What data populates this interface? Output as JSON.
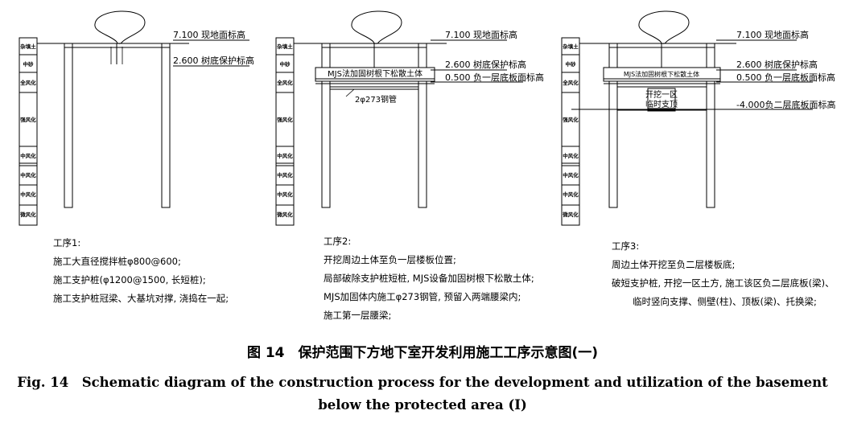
{
  "panels": [
    {
      "strata": [
        "杂填土",
        "中砂",
        "全风化",
        "强风化",
        "中风化",
        "中风化",
        "中风化",
        "微风化"
      ],
      "elevations": [
        "7.100 现地面标高",
        "2.600 树底保护标高"
      ],
      "inner_labels": [],
      "steps": [
        "工序1:",
        "施工大直径搅拌桩φ800@600;",
        "施工支护桩(φ1200@1500, 长短桩);",
        "施工支护桩冠梁、大基坑对撑, 浇捣在一起;"
      ]
    },
    {
      "strata": [
        "杂填土",
        "中砂",
        "全风化",
        "强风化",
        "中风化",
        "中风化",
        "中风化",
        "微风化"
      ],
      "elevations": [
        "7.100 现地面标高",
        "2.600 树底保护标高",
        "0.500 负一层底板面标高"
      ],
      "inner_labels": [
        "MJS法加固树根下松散土体",
        "2φ273钢管"
      ],
      "steps": [
        "工序2:",
        "开挖周边土体至负一层楼板位置;",
        "局部破除支护桩短桩, MJS设备加固树根下松散土体;",
        "MJS加固体内施工φ273钢管, 预留入两端腰梁内;",
        "施工第一层腰梁;"
      ]
    },
    {
      "strata": [
        "杂填土",
        "中砂",
        "全风化",
        "强风化",
        "中风化",
        "中风化",
        "中风化",
        "微风化"
      ],
      "elevations": [
        "7.100 现地面标高",
        "2.600 树底保护标高",
        "0.500 负一层底板面标高",
        "-4.000负二层底板面标高"
      ],
      "inner_labels": [
        "MJS法加固树根下松散土体",
        "开挖一区",
        "临时支顶"
      ],
      "steps": [
        "工序3:",
        "周边土体开挖至负二层楼板底;",
        "破短支护桩, 开挖一区土方, 施工该区负二层底板(梁)、",
        "临时竖向支撑、侧壁(柱)、顶板(梁)、托换梁;"
      ]
    }
  ],
  "caption_cn": "图 14　保护范围下方地下室开发利用施工工序示意图(一)",
  "caption_en_line1": "Fig. 14　Schematic diagram of the construction process for the development and utilization of the basement",
  "caption_en_line2": "below the protected area (I)"
}
